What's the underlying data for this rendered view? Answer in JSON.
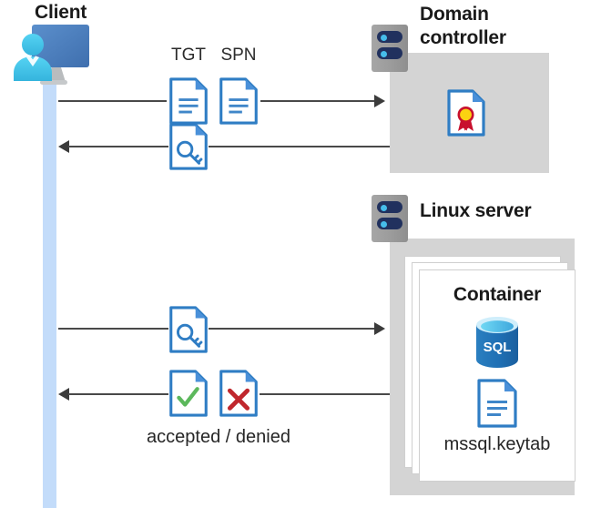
{
  "diagram": {
    "type": "sequence-architecture-diagram",
    "topic": "Kerberos authentication for SQL Server on Linux containers"
  },
  "actors": {
    "client": {
      "label": "Client",
      "icon": "client-monitor-user-icon"
    },
    "domain_controller": {
      "label_line1": "Domain",
      "label_line2": "controller",
      "icon": "server-rack-icon",
      "contents": [
        {
          "name": "certificate-icon",
          "label": ""
        }
      ]
    },
    "linux_server": {
      "label": "Linux server",
      "icon": "server-rack-icon",
      "container": {
        "label": "Container",
        "stack_count": 3,
        "items": [
          {
            "name": "sql-database-icon",
            "label": "SQL"
          },
          {
            "name": "keytab-document-icon",
            "label": "mssql.keytab"
          }
        ]
      }
    }
  },
  "messages": [
    {
      "id": "msg-tgt-spn-request",
      "direction": "right",
      "from": "client",
      "to": "domain_controller",
      "labels": [
        "TGT",
        "SPN"
      ],
      "icons": [
        "document-icon",
        "document-icon"
      ]
    },
    {
      "id": "msg-service-ticket",
      "direction": "left",
      "from": "domain_controller",
      "to": "client",
      "labels": [],
      "icons": [
        "key-document-icon"
      ]
    },
    {
      "id": "msg-ticket-presented",
      "direction": "right",
      "from": "client",
      "to": "linux_server",
      "labels": [],
      "icons": [
        "key-document-icon"
      ]
    },
    {
      "id": "msg-accepted-denied",
      "direction": "left",
      "from": "linux_server",
      "to": "client",
      "labels": [
        "accepted / denied"
      ],
      "icons": [
        "approved-document-icon",
        "denied-document-icon"
      ]
    }
  ],
  "labels": {
    "tgt": "TGT",
    "spn": "SPN",
    "accepted_denied": "accepted / denied",
    "mssql_keytab": "mssql.keytab",
    "container": "Container",
    "sql": "SQL"
  },
  "colors": {
    "background": "#ffffff",
    "lifeline": "#c3dcfa",
    "panel_grey": "#d4d4d4",
    "server_grey": "#9b9b9b",
    "server_bar_navy": "#21315e",
    "server_led_blue": "#46bdea",
    "arrow_grey": "#494949",
    "doc_blue": "#2f7dc4",
    "doc_fold_blue": "#4a90d9",
    "monitor_blue": "#4a7ebb",
    "person_cyan": "#3fc3e8",
    "cert_gold": "#fbd211",
    "cert_red": "#c8102e",
    "check_green": "#5cb85c",
    "cross_red": "#c0272d",
    "sql_blue": "#1f6fb4",
    "text_dark": "#1a1a1a"
  }
}
